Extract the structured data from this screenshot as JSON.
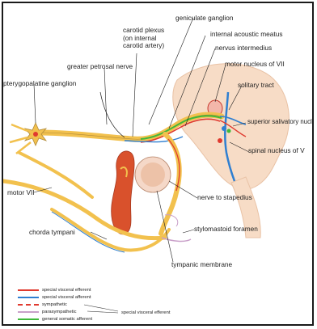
{
  "labels": {
    "geniculate_ganglion": "geniculate ganglion",
    "carotid_plexus": "carotid plexus\n(on internal\ncarotid artery)",
    "internal_acoustic_meatus": "internal acoustic meatus",
    "nervus_intermedius": "nervus intermedius",
    "greater_petrosal_nerve": "greater petrosal nerve",
    "motor_nucleus_vii": "motor nucleus of VII",
    "pterygopalatine_ganglion": "pterygopalatine ganglion",
    "solitary_tract": "solitary tract",
    "superior_salivatory_nucleus": "superior salivatory nucleus",
    "spinal_nucleus_v": "spinal nucleus of V",
    "motor_vii": "motor VII",
    "nerve_to_stapedius": "nerve to stapedius",
    "chorda_tympani": "chorda tympani",
    "stylomastoid_foramen": "stylomastoid foramen",
    "tympanic_membrane": "tympanic membrane"
  },
  "legend": {
    "items": [
      {
        "label": "special visceral efferent",
        "color": "#e03a2f",
        "style": "solid"
      },
      {
        "label": "special visceral afferent",
        "color": "#2f7fd1",
        "style": "solid"
      },
      {
        "label": "sympathetic",
        "color": "#e03a2f",
        "style": "dashed"
      },
      {
        "label": "parasympathetic",
        "color": "#c9a0c9",
        "style": "solid"
      },
      {
        "label": "general somatic afferent",
        "color": "#3fb83a",
        "style": "solid"
      }
    ],
    "group_label": "special visceral efferent"
  },
  "colors": {
    "nerve": "#f2c14e",
    "nerve_dark": "#b08a3a",
    "brainstem": "#f7dcc6",
    "artery": "#d9512c"
  }
}
